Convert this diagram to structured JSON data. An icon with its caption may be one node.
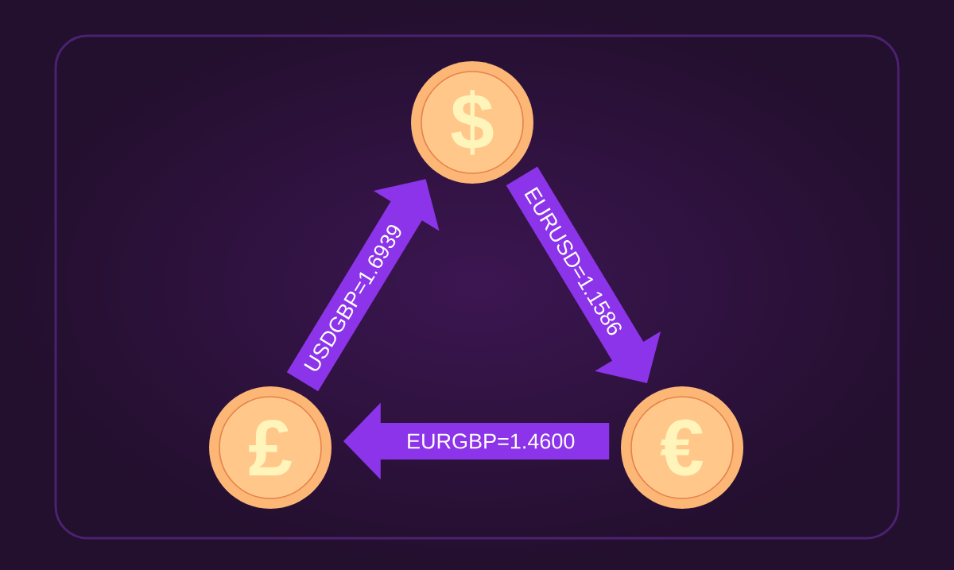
{
  "diagram": {
    "nodes": [
      {
        "text": [
          "$"
        ]
      },
      {
        "text": [
          "€"
        ]
      },
      {
        "text": [
          "£"
        ]
      }
    ],
    "edges": [
      {
        "from": 2,
        "to": 0,
        "arrow": "to",
        "label": "USDGBP=1.6939"
      },
      {
        "from": 0,
        "to": 1,
        "arrow": "to",
        "label": "EURUSD=1.1586"
      },
      {
        "from": 1,
        "to": 2,
        "arrow": "to",
        "label": "EURGBP=1.4600"
      }
    ]
  }
}
